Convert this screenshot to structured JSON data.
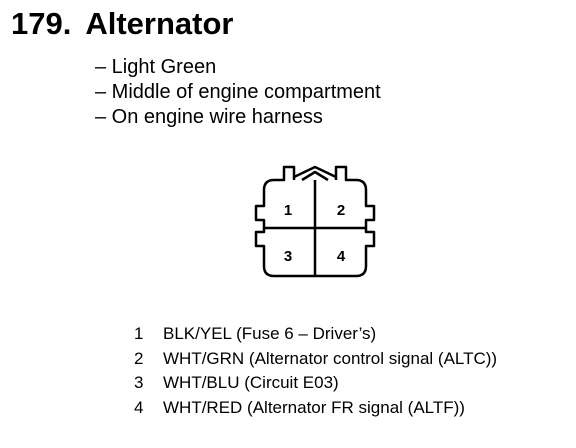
{
  "header": {
    "number": "179.",
    "title": "Alternator"
  },
  "details": [
    "– Light Green",
    "– Middle of engine compartment",
    "– On engine wire harness"
  ],
  "connector": {
    "pins": [
      "1",
      "2",
      "3",
      "4"
    ]
  },
  "pin_list": [
    {
      "num": "1",
      "desc": "BLK/YEL (Fuse 6 – Driver’s)"
    },
    {
      "num": "2",
      "desc": "WHT/GRN (Alternator control signal (ALTC))"
    },
    {
      "num": "3",
      "desc": "WHT/BLU (Circuit E03)"
    },
    {
      "num": "4",
      "desc": "WHT/RED (Alternator FR signal (ALTF))"
    }
  ]
}
